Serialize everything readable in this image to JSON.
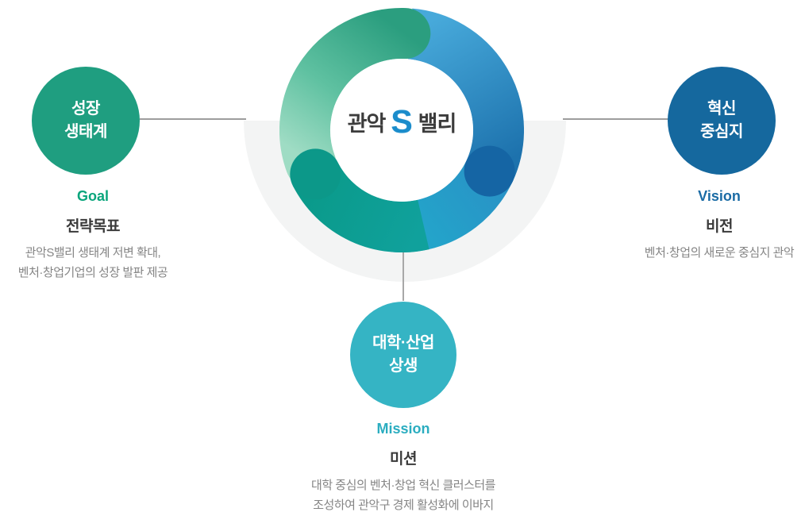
{
  "logo": {
    "left": "관악",
    "s": "S",
    "right": "밸리"
  },
  "goal": {
    "circle_line1": "성장",
    "circle_line2": "생태계",
    "label_en": "Goal",
    "label_ko": "전략목표",
    "desc_line1": "관악S밸리 생태계 저변 확대,",
    "desc_line2": "벤처·창업기업의 성장 발판 제공"
  },
  "vision": {
    "circle_line1": "혁신",
    "circle_line2": "중심지",
    "label_en": "Vision",
    "label_ko": "비전",
    "desc_line1": "벤처·창업의 새로운 중심지 관악"
  },
  "mission": {
    "circle_line1": "대학·산업",
    "circle_line2": "상생",
    "label_en": "Mission",
    "label_ko": "미션",
    "desc_line1": "대학 중심의 벤처·창업 혁신 클러스터를",
    "desc_line2": "조성하여 관악구 경제 활성화에 이바지"
  },
  "palette": {
    "goal_circle_green": "#1f9e80",
    "goal_label_green": "#0aa57c",
    "vision_circle_blue": "#15689e",
    "vision_label_blue": "#1a6ba5",
    "mission_circle_teal": "#35b4c4",
    "mission_label_teal": "#2badc0",
    "heading_dark": "#3a3a3a",
    "description_gray": "#858585",
    "connector_gray": "#9d9d9d",
    "backdrop_gray": "#f3f4f4",
    "logo_s_blue": "#1b8ccb",
    "ring_green_light": "#9fdcc4",
    "ring_green_dark": "#0c9889",
    "ring_blue_light": "#47a9da",
    "ring_blue_dark": "#1565a4",
    "ring_cyan": "#22a8cb"
  }
}
